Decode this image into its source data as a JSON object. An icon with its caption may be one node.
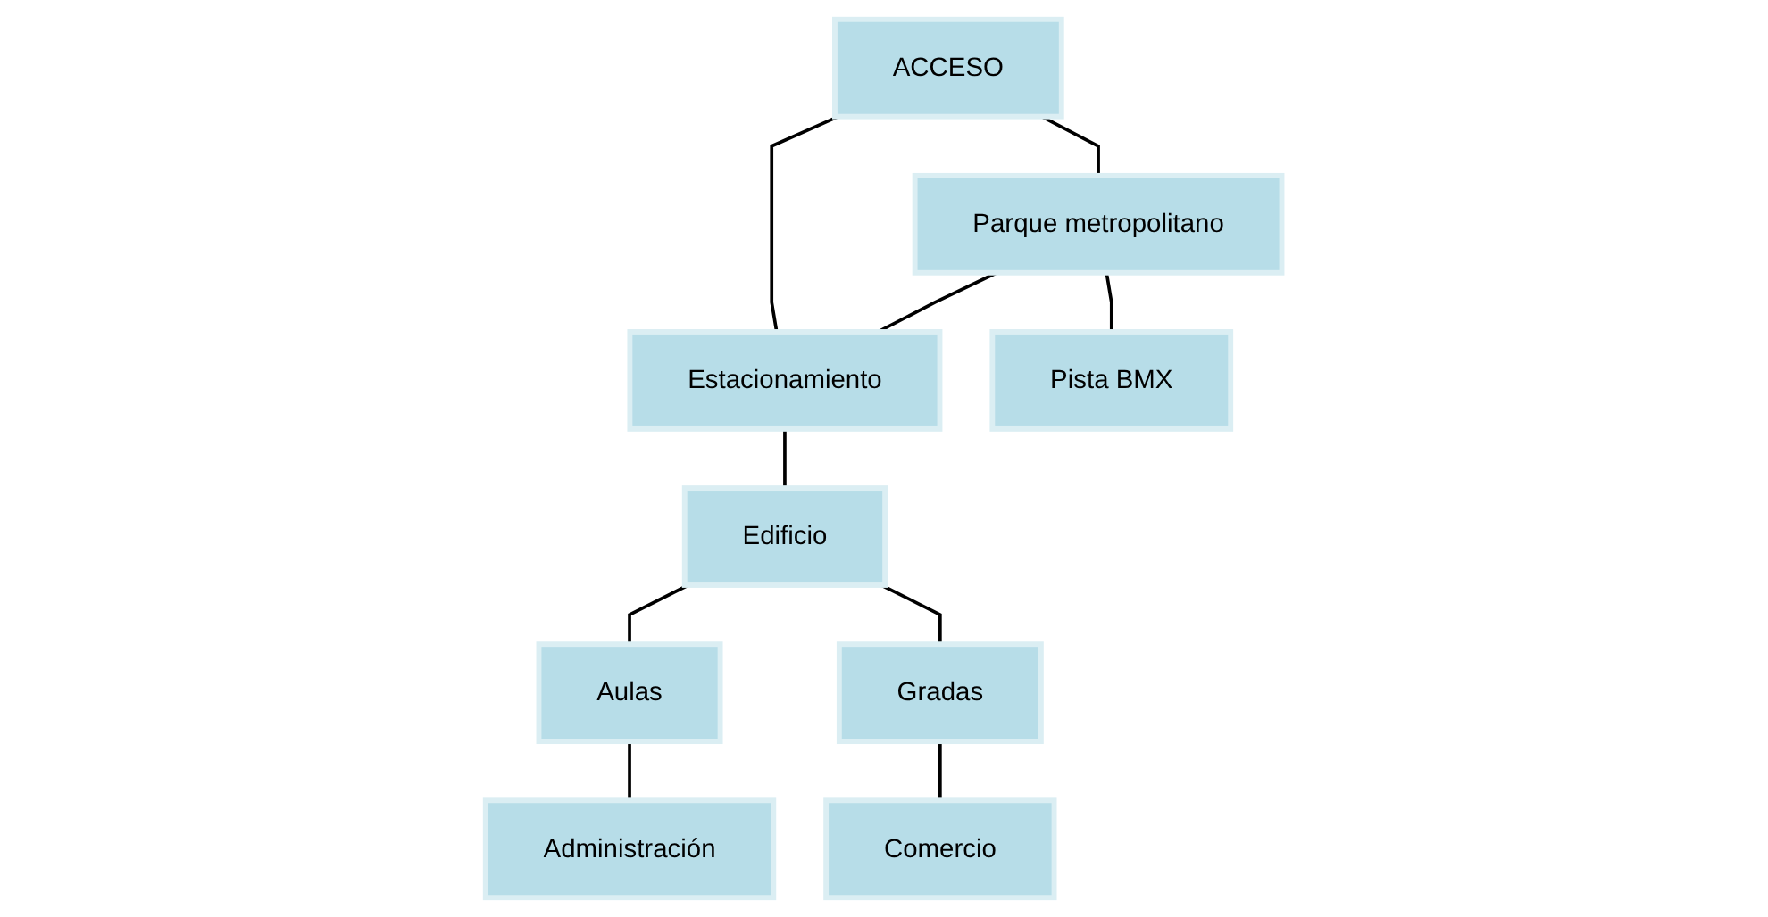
{
  "diagram": {
    "nodes": [
      {
        "text": [
          "ACCESO"
        ]
      },
      {
        "text": [
          "Parque metropolitano"
        ]
      },
      {
        "text": [
          "Estacionamiento"
        ]
      },
      {
        "text": [
          "Edificio"
        ]
      },
      {
        "text": [
          "Pista BMX"
        ]
      },
      {
        "text": [
          "Aulas"
        ]
      },
      {
        "text": [
          "Gradas"
        ]
      },
      {
        "text": [
          "Administración"
        ]
      },
      {
        "text": [
          "Comercio"
        ]
      }
    ],
    "edges": [
      {
        "from": 0,
        "to": 1,
        "arrow": "none"
      },
      {
        "from": 0,
        "to": 2,
        "arrow": "none"
      },
      {
        "from": 1,
        "to": 2,
        "arrow": "none"
      },
      {
        "from": 2,
        "to": 3,
        "arrow": "none"
      },
      {
        "from": 3,
        "to": 5,
        "arrow": "none"
      },
      {
        "from": 1,
        "to": 4,
        "arrow": "none"
      },
      {
        "from": 3,
        "to": 6,
        "arrow": "none"
      },
      {
        "from": 5,
        "to": 7,
        "arrow": "none"
      },
      {
        "from": 6,
        "to": 8,
        "arrow": "none"
      }
    ]
  }
}
